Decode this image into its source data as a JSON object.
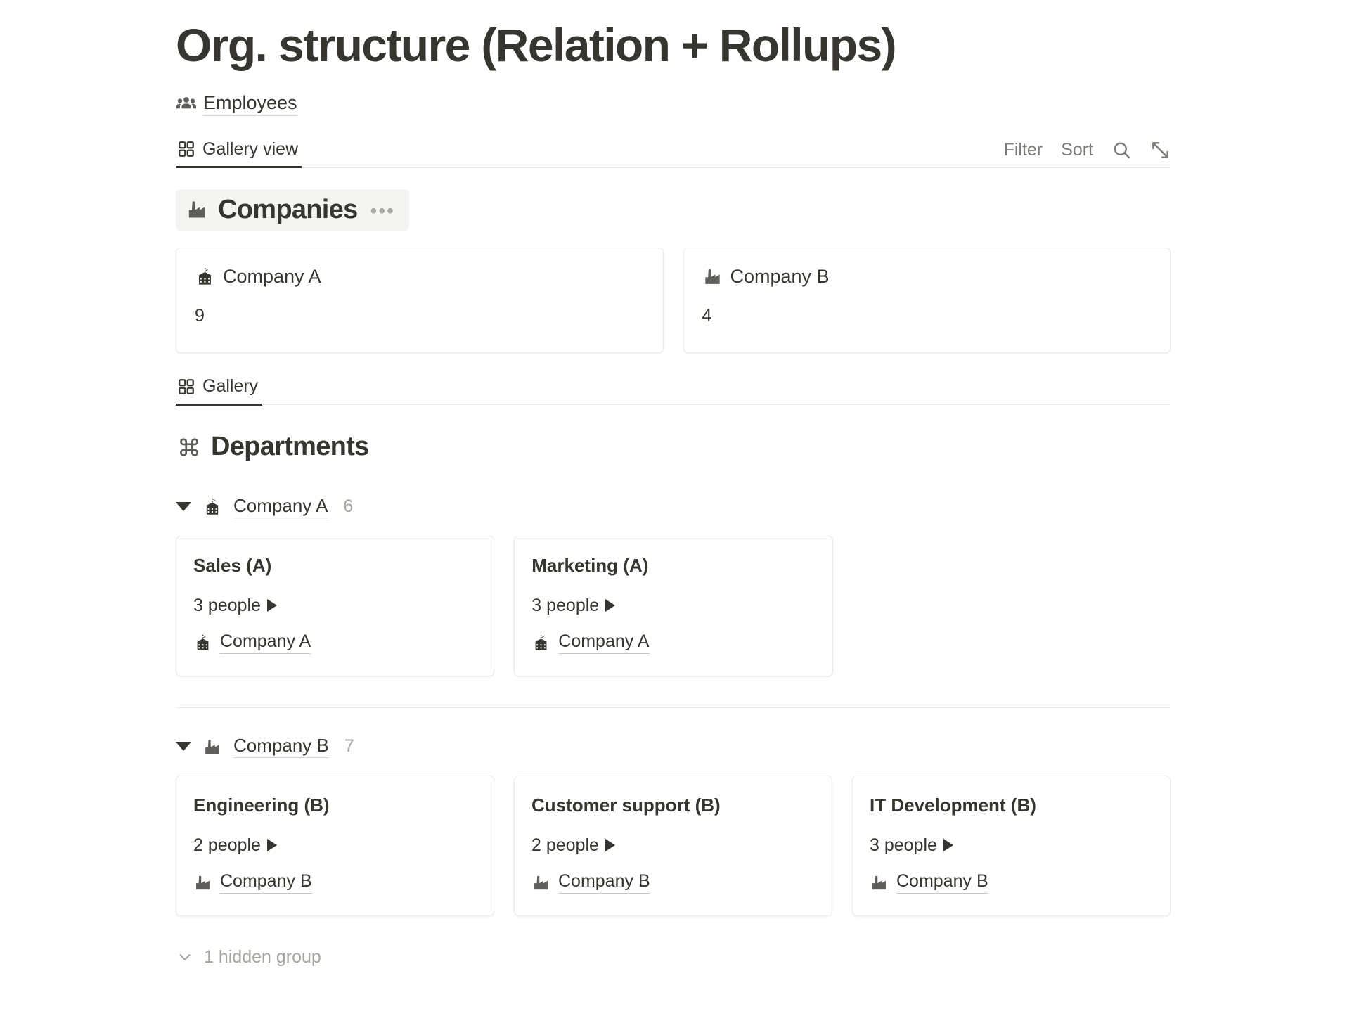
{
  "page": {
    "title": "Org. structure (Relation + Rollups)"
  },
  "source": {
    "icon": "people-icon",
    "label": "Employees"
  },
  "toolbar": {
    "view_tab": {
      "icon": "gallery-grid-icon",
      "label": "Gallery view"
    },
    "filter_label": "Filter",
    "sort_label": "Sort",
    "search_icon": "search-icon",
    "expand_icon": "expand-diagonal-icon"
  },
  "companies_section": {
    "icon": "factory-icon",
    "title": "Companies",
    "menu_label": "•••",
    "cards": [
      {
        "icon": "school-building-icon",
        "title": "Company A",
        "value": "9"
      },
      {
        "icon": "factory-icon",
        "title": "Company B",
        "value": "4"
      }
    ]
  },
  "gallery_tab": {
    "icon": "gallery-grid-icon",
    "label": "Gallery"
  },
  "departments_section": {
    "icon": "command-loop-icon",
    "title": "Departments",
    "groups": [
      {
        "icon": "school-building-icon",
        "label": "Company A",
        "count": "6",
        "cards": [
          {
            "title": "Sales (A)",
            "people": "3 people",
            "relation_icon": "school-building-icon",
            "relation_label": "Company A"
          },
          {
            "title": "Marketing (A)",
            "people": "3 people",
            "relation_icon": "school-building-icon",
            "relation_label": "Company A"
          }
        ]
      },
      {
        "icon": "factory-icon",
        "label": "Company B",
        "count": "7",
        "cards": [
          {
            "title": "Engineering (B)",
            "people": "2 people",
            "relation_icon": "factory-icon",
            "relation_label": "Company B"
          },
          {
            "title": "Customer support (B)",
            "people": "2 people",
            "relation_icon": "factory-icon",
            "relation_label": "Company B"
          },
          {
            "title": "IT Development (B)",
            "people": "3 people",
            "relation_icon": "factory-icon",
            "relation_label": "Company B"
          }
        ]
      }
    ],
    "hidden_group_label": "1 hidden group",
    "hidden_group_icon": "chevron-down-icon"
  },
  "colors": {
    "text": "#37352f",
    "muted": "#a6a49f",
    "border": "#ebeae7",
    "highlight": "#f4f4f3"
  }
}
